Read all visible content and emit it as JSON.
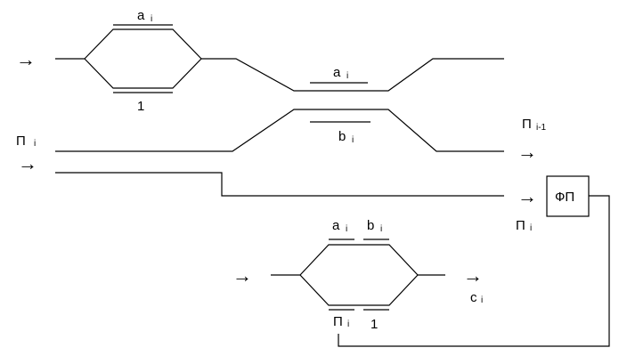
{
  "arrow_glyph": "→",
  "labels": {
    "a_top_main": "a",
    "a_top_sub": "i",
    "one_top": "1",
    "a_mid_main": "a",
    "a_mid_sub": "i",
    "b_mid_main": "b",
    "b_mid_sub": "i",
    "p_left_main": "П",
    "p_left_sub": "i",
    "p_out_main": "П",
    "p_out_sub": "i-1",
    "p_fp_main": "П",
    "p_fp_sub": "i",
    "fp_block": "ФП",
    "a_low_main": "a",
    "a_low_sub": "i",
    "b_low_main": "b",
    "b_low_sub": "i",
    "p_low_main": "П",
    "p_low_sub": "i",
    "one_low": "1",
    "c_main": "c",
    "c_sub": "i"
  }
}
